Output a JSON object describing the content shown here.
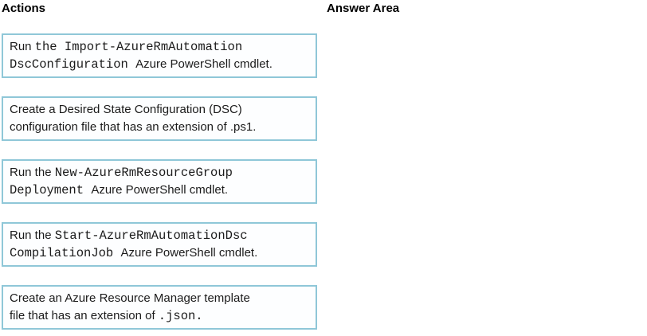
{
  "page": {
    "actions_title": "Actions",
    "answer_area_title": "Answer Area"
  },
  "colors": {
    "card_border": "#8fc7d8",
    "card_background": "#fdfeff",
    "text_color": "#1b1b1b",
    "heading_color": "#000000"
  },
  "actions": [
    {
      "name": "run-import-azurermautomation-dscconfiguration",
      "segments": [
        {
          "font": "sans",
          "text": "Run "
        },
        {
          "font": "mono",
          "text": "the Import-AzureRmAutomation"
        },
        {
          "br": true
        },
        {
          "font": "mono",
          "text": "DscConfiguration "
        },
        {
          "font": "sans",
          "text": "Azure PowerShell cmdlet."
        }
      ]
    },
    {
      "name": "create-dsc-configuration-file-ps1",
      "segments": [
        {
          "font": "sans",
          "text": "Create a Desired State Configuration (DSC)"
        },
        {
          "br": true
        },
        {
          "font": "sans",
          "text": "configuration file that has an extension of .ps1."
        }
      ]
    },
    {
      "name": "run-new-azurermresourcegroupdeployment",
      "segments": [
        {
          "font": "sans",
          "text": "Run the "
        },
        {
          "font": "mono",
          "text": "New-AzureRmResourceGroup"
        },
        {
          "br": true
        },
        {
          "font": "mono",
          "text": "Deployment "
        },
        {
          "font": "sans",
          "text": "Azure PowerShell cmdlet."
        }
      ]
    },
    {
      "name": "run-start-azurermautomationdsc-compilationjob",
      "segments": [
        {
          "font": "sans",
          "text": "Run the "
        },
        {
          "font": "mono",
          "text": "Start-AzureRmAutomationDsc"
        },
        {
          "br": true
        },
        {
          "font": "mono",
          "text": "CompilationJob "
        },
        {
          "font": "sans",
          "text": "Azure PowerShell cmdlet."
        }
      ]
    },
    {
      "name": "create-arm-template-json",
      "segments": [
        {
          "font": "sans",
          "text": "Create an Azure Resource Manager template"
        },
        {
          "br": true
        },
        {
          "font": "sans",
          "text": "file that has an extension of "
        },
        {
          "font": "mono",
          "text": ".json."
        }
      ]
    }
  ]
}
